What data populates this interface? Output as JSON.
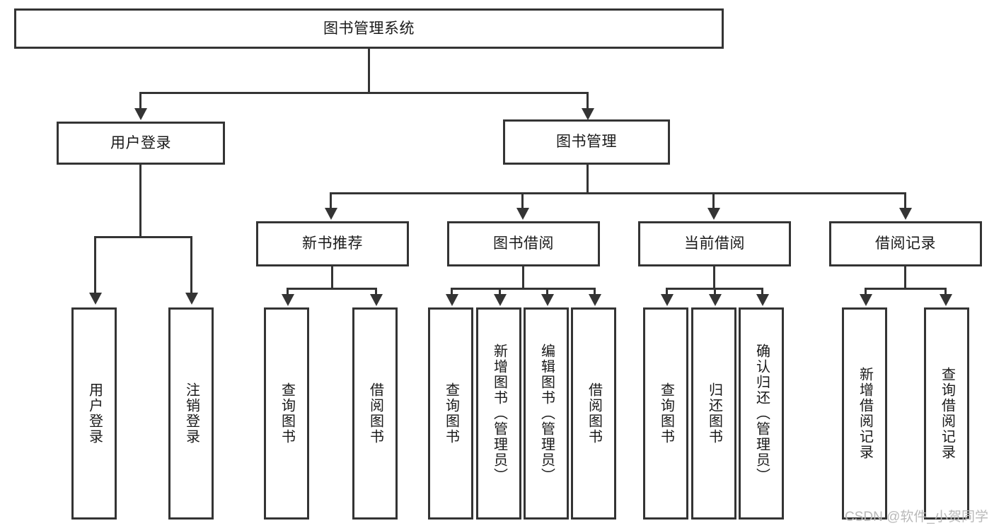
{
  "diagram": {
    "title": "图书管理系统",
    "root": {
      "label": "图书管理系统"
    },
    "level1": [
      {
        "label": "用户登录"
      },
      {
        "label": "图书管理"
      }
    ],
    "level2": [
      {
        "label": "新书推荐"
      },
      {
        "label": "图书借阅"
      },
      {
        "label": "当前借阅"
      },
      {
        "label": "借阅记录"
      }
    ],
    "leaves": {
      "user_login": [
        {
          "label": "用户登录"
        },
        {
          "label": "注销登录"
        }
      ],
      "new_book_recommend": [
        {
          "label": "查询图书"
        },
        {
          "label": "借阅图书"
        }
      ],
      "book_borrow": [
        {
          "label": "查询图书"
        },
        {
          "label": "新增图书（管理员）"
        },
        {
          "label": "编辑图书（管理员）"
        },
        {
          "label": "借阅图书"
        }
      ],
      "current_borrow": [
        {
          "label": "查询图书"
        },
        {
          "label": "归还图书"
        },
        {
          "label": "确认归还（管理员）"
        }
      ],
      "borrow_record": [
        {
          "label": "新增借阅记录"
        },
        {
          "label": "查询借阅记录"
        }
      ]
    }
  },
  "watermark": {
    "text": "CSDN @软件_小贺同学"
  },
  "colors": {
    "stroke": "#343434",
    "background": "#ffffff",
    "text": "#1a1a1a",
    "watermark": "#b9b9b9"
  }
}
